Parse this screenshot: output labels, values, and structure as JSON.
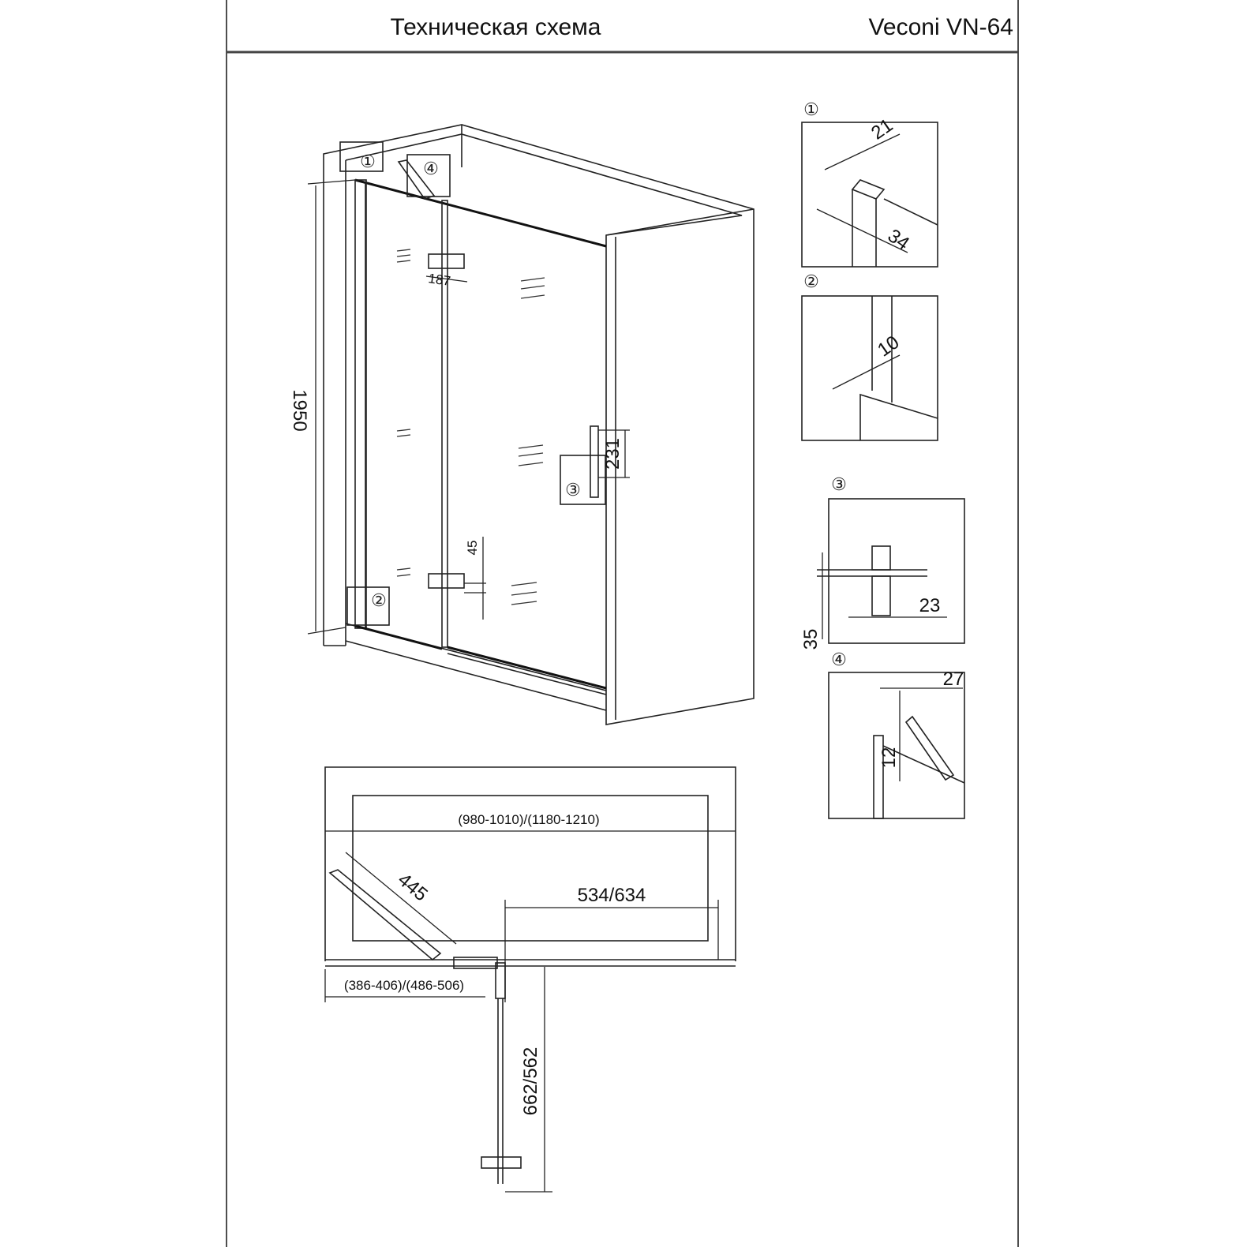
{
  "header": {
    "title": "Техническая схема",
    "model": "Veconi VN-64"
  },
  "callouts": {
    "c1": "①",
    "c2": "②",
    "c3": "③",
    "c4": "④"
  },
  "perspective": {
    "height": "1950",
    "hinge_width": "187",
    "handle_height": "231",
    "hinge_offset": "45"
  },
  "plan": {
    "total_width": "(980-1010)/(1180-1210)",
    "fold_panel": "445",
    "door_width": "534/634",
    "fixed_width": "(386-406)/(486-506)",
    "door_depth": "662/562"
  },
  "details": {
    "d1": {
      "a": "21",
      "b": "34"
    },
    "d2": {
      "a": "10"
    },
    "d3": {
      "a": "23",
      "b": "35"
    },
    "d4": {
      "a": "27",
      "b": "12"
    }
  }
}
